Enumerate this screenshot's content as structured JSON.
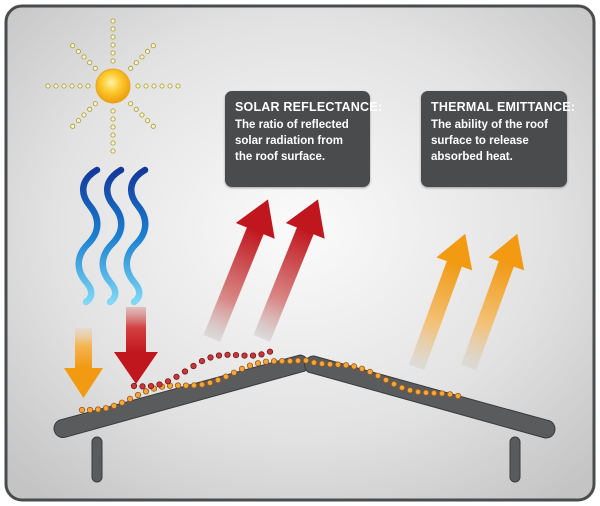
{
  "colors": {
    "panel_border": "#4a4b4d",
    "label_box": "#4a4b4d",
    "sun": "#f6b51c",
    "sun_rays": "#b3a33a",
    "heat_waves": "#1b7fc4",
    "reflected_arrow": "#c0161e",
    "emitted_arrow": "#f19a12",
    "roof": "#5a5b5d",
    "reflected_particles": "#b8282a",
    "absorbed_particles": "#f08d16"
  },
  "icons": {
    "sun": "sun-icon",
    "heat_waves": "heat-wave-icon",
    "incoming_arrow": "arrow-down-icon",
    "outgoing_arrow": "arrow-up-right-icon"
  },
  "solar_reflectance": {
    "title": "SOLAR REFLECTANCE:",
    "lines": [
      "The ratio of reflected",
      "solar radiation from",
      "the roof surface."
    ]
  },
  "thermal_emittance": {
    "title": "THERMAL EMITTANCE:",
    "lines": [
      "The ability of the roof",
      "surface to release",
      "absorbed heat."
    ]
  }
}
